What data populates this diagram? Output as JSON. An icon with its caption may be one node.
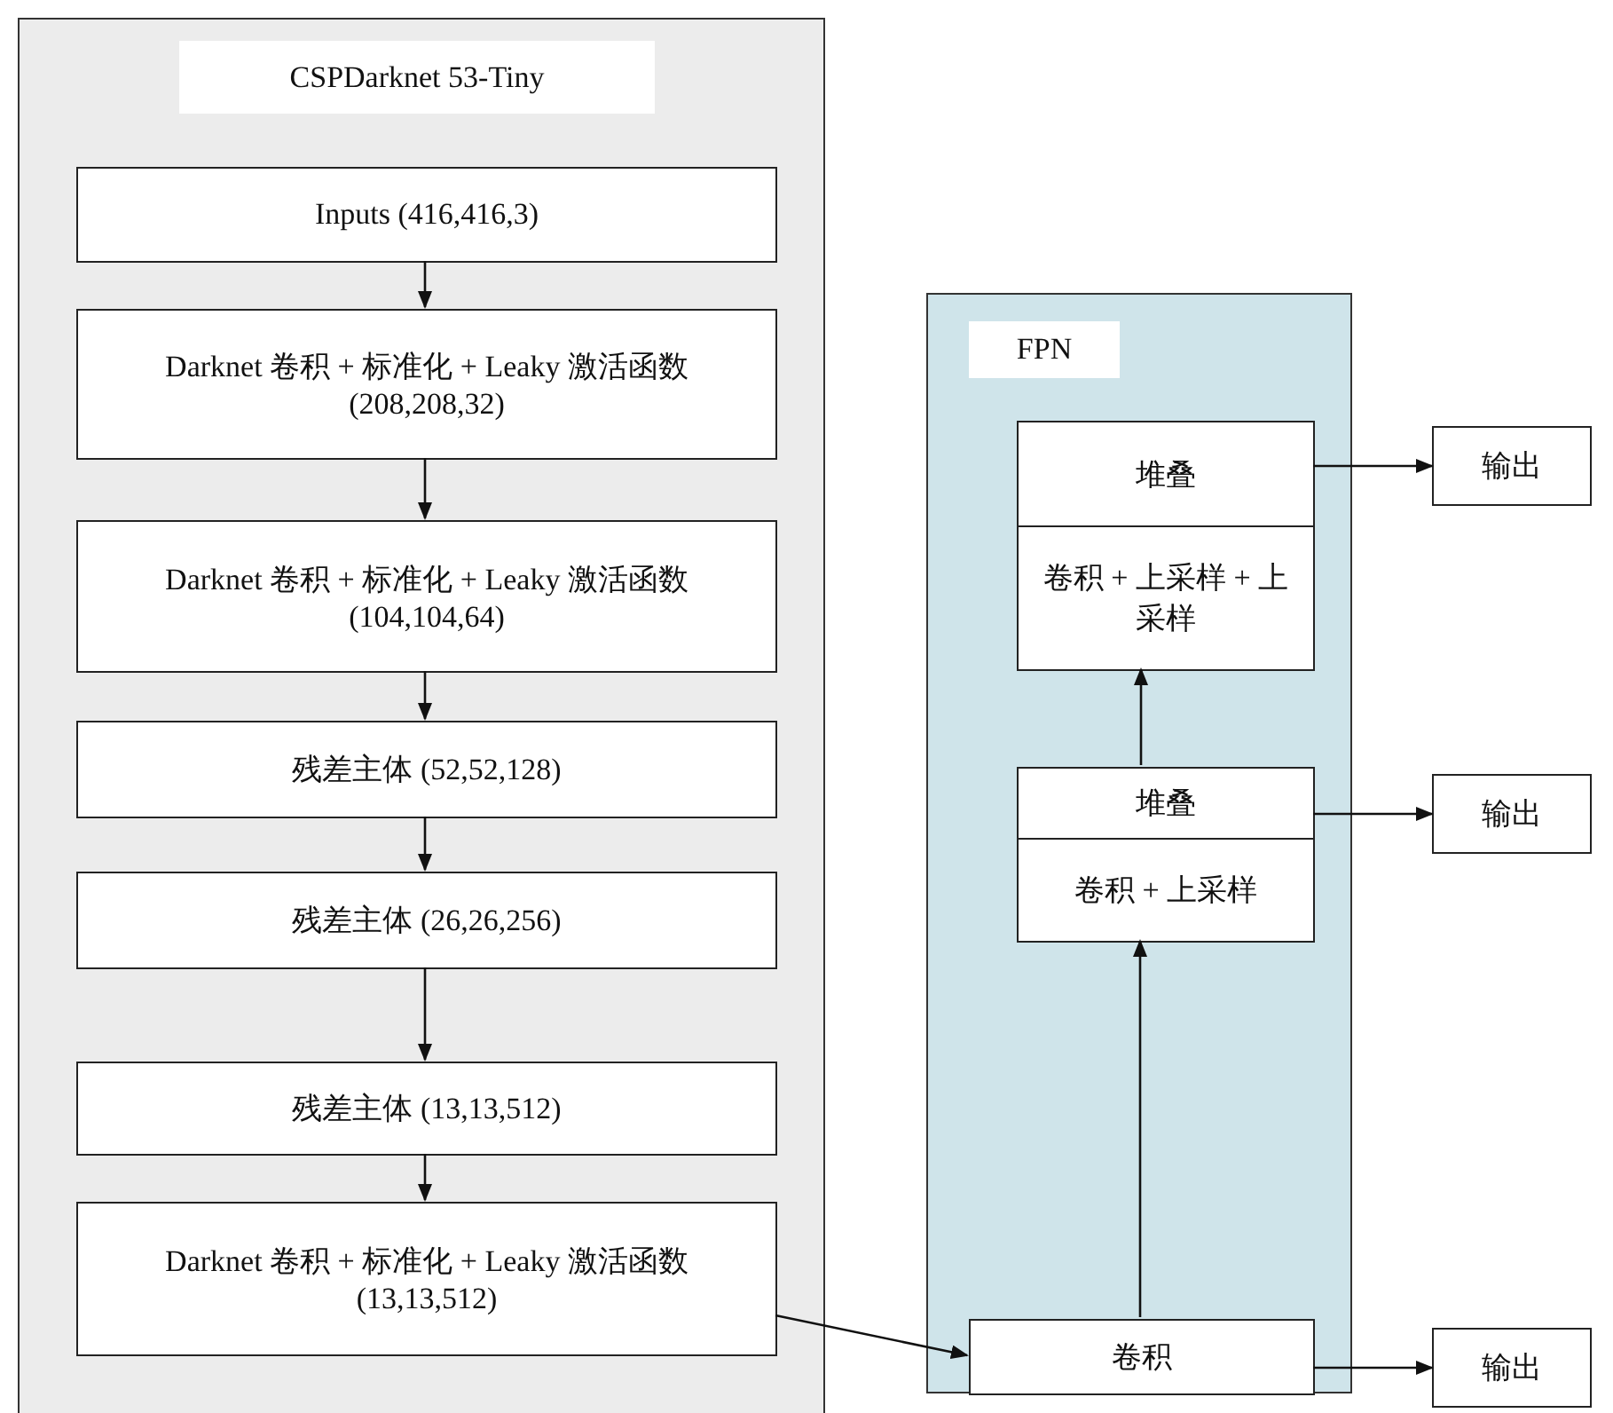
{
  "diagram": {
    "nodes": [
      {
        "text": [
          "CSPDarknet 53-Tiny"
        ]
      },
      {
        "text": [
          "Inputs (416,416,3)"
        ],
        "in": 0
      },
      {
        "text": [
          "Darknet 卷积 + 标准化 + Leaky 激活函数 (208,208,32)"
        ],
        "in": 0
      },
      {
        "text": [
          "Darknet 卷积 + 标准化 + Leaky 激活函数 (104,104,64)"
        ],
        "in": 0
      },
      {
        "text": [
          "残差主体 (52,52,128)"
        ],
        "in": 0
      },
      {
        "text": [
          "残差主体 (26,26,256)"
        ],
        "in": 0
      },
      {
        "text": [
          "残差主体 (13,13,512)"
        ],
        "in": 0
      },
      {
        "text": [
          "Darknet 卷积 + 标准化 + Leaky 激活函数 (13,13,512)"
        ],
        "in": 0
      },
      {
        "text": [
          "FPN"
        ]
      },
      {
        "text": [
          "堆叠",
          "卷积 + 上采样 + 上采样"
        ],
        "in": 8
      },
      {
        "text": [
          "堆叠",
          "卷积 + 上采样"
        ],
        "in": 8
      },
      {
        "text": [
          "卷积"
        ],
        "in": 8
      },
      {
        "text": [
          "输出"
        ]
      },
      {
        "text": [
          "输出"
        ]
      },
      {
        "text": [
          "输出"
        ]
      }
    ],
    "edges": [
      {
        "from": 1,
        "to": 2,
        "arrow": "to"
      },
      {
        "from": 2,
        "to": 3,
        "arrow": "to"
      },
      {
        "from": 3,
        "to": 4,
        "arrow": "to"
      },
      {
        "from": 4,
        "to": 5,
        "arrow": "to"
      },
      {
        "from": 5,
        "to": 6,
        "arrow": "to"
      },
      {
        "from": 6,
        "to": 7,
        "arrow": "to"
      },
      {
        "from": 7,
        "to": 11,
        "arrow": "to"
      },
      {
        "from": 11,
        "to": 10,
        "arrow": "to"
      },
      {
        "from": 10,
        "to": 9,
        "arrow": "to"
      },
      {
        "from": 9,
        "to": 12,
        "arrow": "to"
      },
      {
        "from": 10,
        "to": 13,
        "arrow": "to"
      },
      {
        "from": 11,
        "to": 14,
        "arrow": "to"
      }
    ]
  }
}
